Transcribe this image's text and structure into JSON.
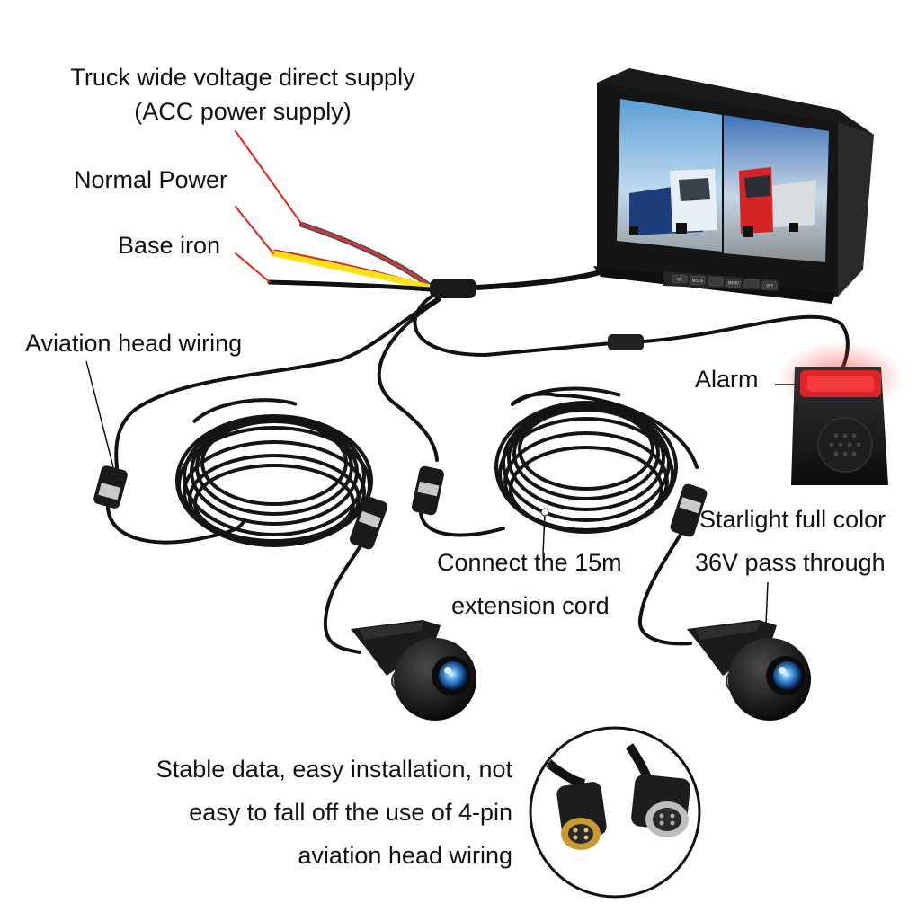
{
  "labels": {
    "acc_supply_line1": "Truck wide voltage direct supply",
    "acc_supply_line2": "(ACC power supply)",
    "normal_power": "Normal Power",
    "base_iron": "Base iron",
    "aviation_head_wiring": "Aviation head wiring",
    "alarm": "Alarm",
    "extension_line1": "Connect the 15m",
    "extension_line2": "extension cord",
    "starlight_line1": "Starlight full color",
    "starlight_line2": "36V pass through",
    "stable_line1": "Stable data, easy installation, not",
    "stable_line2": "easy to fall off the use of 4-pin",
    "stable_line3": "aviation head wiring"
  },
  "monitor": {
    "buttons": [
      "OK",
      "MODE",
      "",
      "MENU",
      "",
      "OFF"
    ]
  },
  "colors": {
    "red_wire": "#e0261c",
    "yellow_wire": "#ffe11a",
    "black_wire": "#111111",
    "alarm_light": "#e0232a"
  }
}
